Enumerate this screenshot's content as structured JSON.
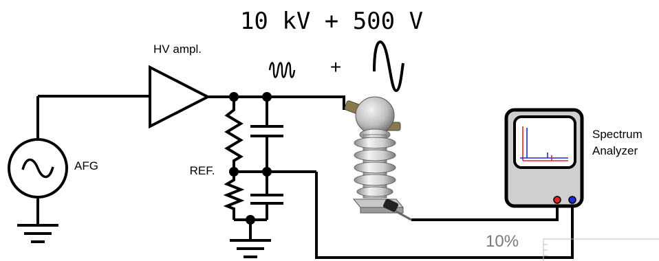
{
  "header": {
    "voltage_label": "10 kV + 500 V"
  },
  "signal": {
    "plus_sign": "+"
  },
  "labels": {
    "hv_amplifier": "HV ampl.",
    "afg": "AFG",
    "reference": "REF.",
    "spectrum_analyzer_line1": "Spectrum",
    "spectrum_analyzer_line2": "Analyzer",
    "percent": "10%"
  },
  "colors": {
    "wire": "#000000",
    "insulator": "#d9d9d9",
    "analyzer_body": "#cfcfcf",
    "trace_blue": "#1f2bd6",
    "trace_red": "#e0202a",
    "percent_text": "#7a7a7a"
  },
  "icons": {
    "afg_source": "sine-source-icon",
    "amplifier": "triangle-amplifier-icon",
    "resistor": "resistor-icon",
    "capacitor": "capacitor-icon",
    "ground": "ground-icon",
    "sensor": "hv-insulator-sensor-icon",
    "analyzer": "spectrum-analyzer-icon"
  }
}
